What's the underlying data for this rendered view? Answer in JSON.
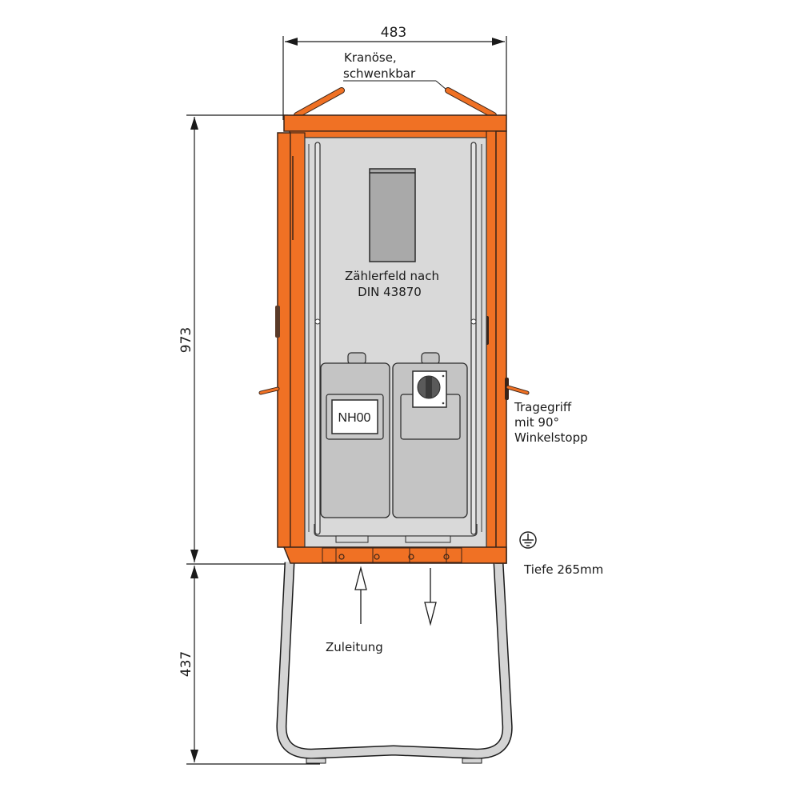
{
  "diagram": {
    "type": "technical-drawing",
    "subject": "Baustromverteiler / Zählerschrank (orange cabinet on frame stand)",
    "colors": {
      "housing": "#f07124",
      "housing_stroke": "#3a2418",
      "panel": "#d9d9d9",
      "module": "#c4c4c4",
      "meter_window": "#a9a9a9",
      "frame": "#d4d4d4",
      "line": "#1a1a1a"
    }
  },
  "dimensions": {
    "width": "483",
    "height_cabinet": "973",
    "height_stand": "437"
  },
  "annotations": {
    "crane_eye_line1": "Kranöse,",
    "crane_eye_line2": "schwenkbar",
    "meter_field_line1": "Zählerfeld nach",
    "meter_field_line2": "DIN 43870",
    "fuse_label": "NH00",
    "handle_line1": "Tragegriff",
    "handle_line2": "mit 90°",
    "handle_line3": "Winkelstopp",
    "ground_symbol": "protective-earth",
    "depth": "Tiefe 265mm",
    "cable_entry": "Zuleitung"
  }
}
